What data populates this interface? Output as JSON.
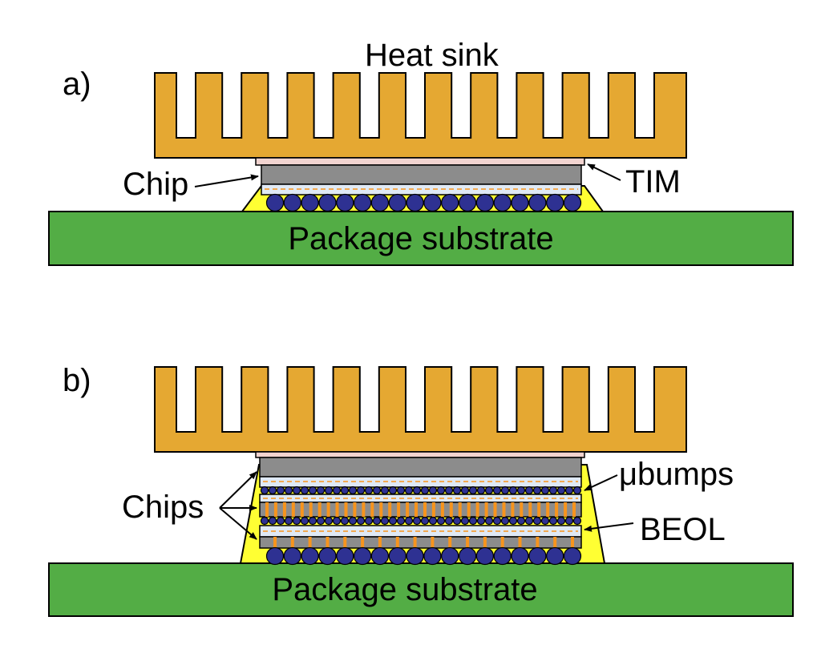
{
  "panel_a": {
    "label": "a)",
    "heat_sink_label": "Heat sink",
    "chip_label": "Chip",
    "tim_label": "TIM",
    "substrate_label": "Package substrate"
  },
  "panel_b": {
    "label": "b)",
    "chips_label": "Chips",
    "ubumps_label": "μbumps",
    "beol_label": "BEOL",
    "substrate_label": "Package substrate"
  },
  "colors": {
    "heat_sink": "#e5a832",
    "tim": "#f2d4d0",
    "chip": "#8c8c8c",
    "beol": "#dfe9f5",
    "bump": "#2e3192",
    "tsv": "#f7941d",
    "underfill": "#ffff33",
    "substrate": "#53ad45",
    "outline": "#000000"
  }
}
